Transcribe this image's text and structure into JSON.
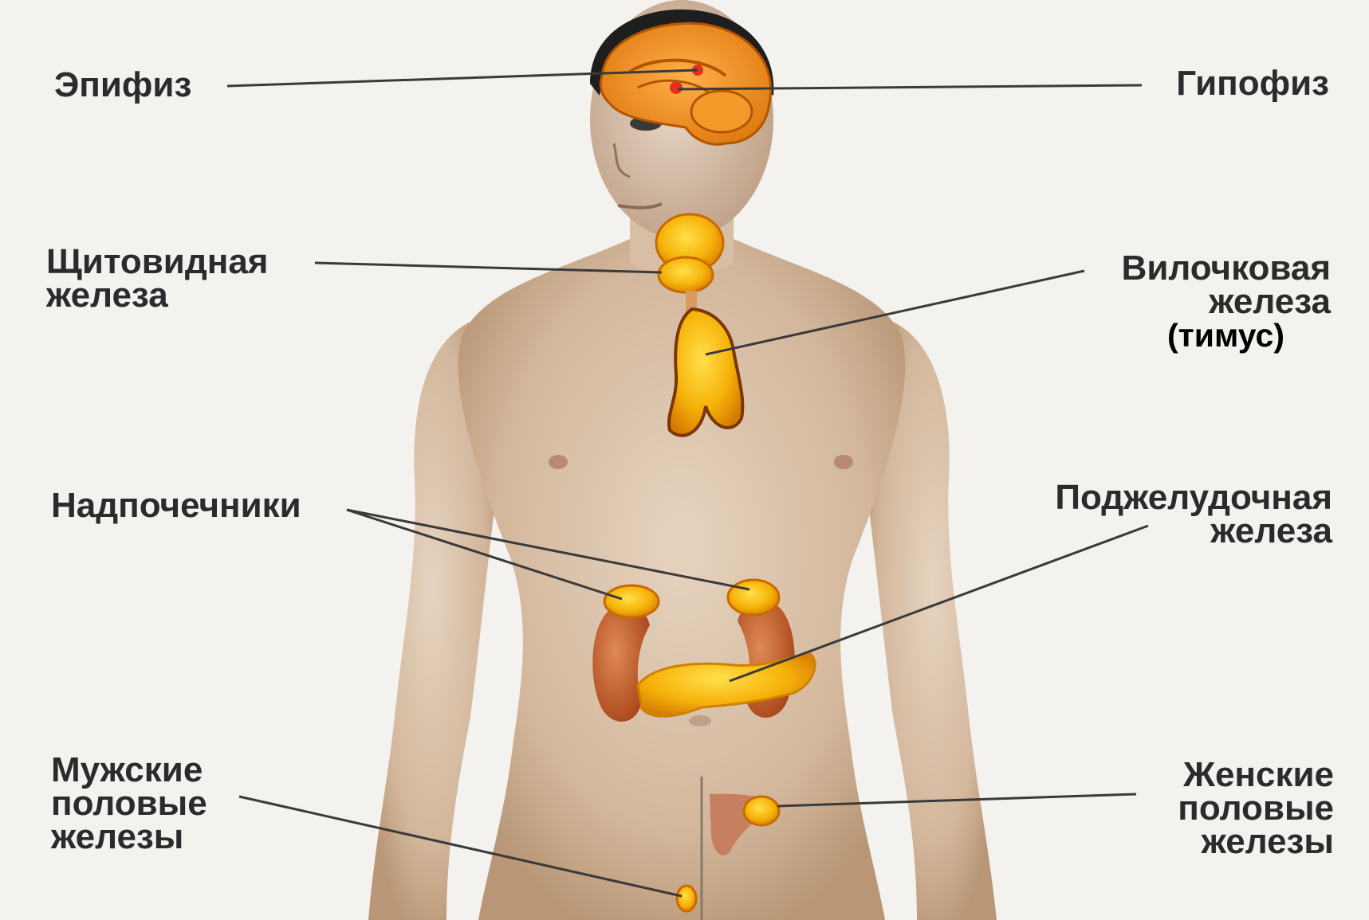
{
  "labels": {
    "epiphysis": "Эпифиз",
    "hypophysis": "Гипофиз",
    "thyroid": [
      "Щитовидная",
      "железа"
    ],
    "thymus": [
      "Вилочковая",
      "железа",
      "(тимус)"
    ],
    "adrenals": "Надпочечники",
    "pancreas": [
      "Поджелудочная",
      "железа"
    ],
    "male_gonads": [
      "Мужские",
      "половые",
      "железы"
    ],
    "female_gonads": [
      "Женские",
      "половые",
      "железы"
    ]
  },
  "colors": {
    "background": "#f3f2ef",
    "skin": "#d8bfa6",
    "gland": "#f2a300",
    "gland_light": "#ffd21a",
    "kidney": "#c0602f",
    "brain": "#f08a1c",
    "label_text": "#2b2b2b",
    "leader_line": "#3a3a3a"
  }
}
